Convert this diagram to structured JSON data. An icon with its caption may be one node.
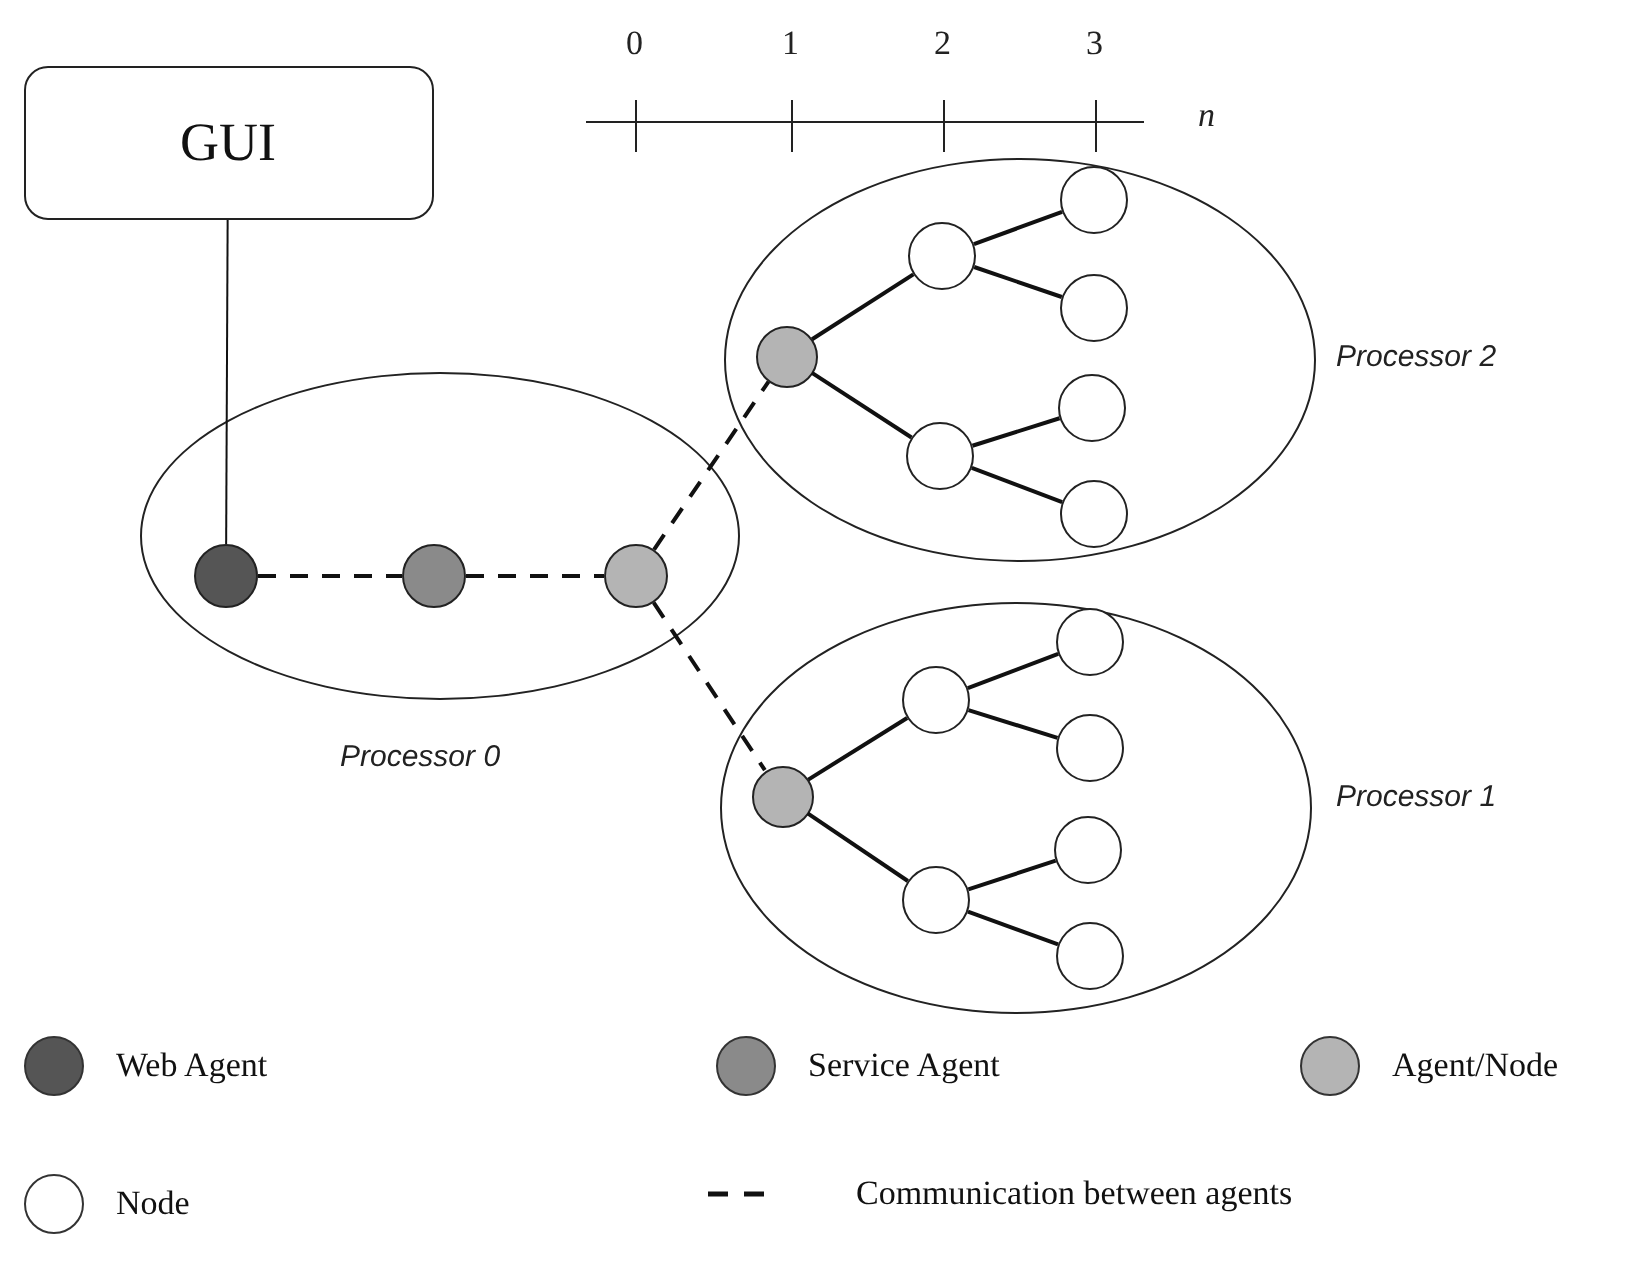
{
  "diagram": {
    "nodes": [
      {
        "text": [
          "GUI"
        ]
      },
      {
        "text": [],
        "shape": "ellipse",
        "beside": [
          "Processor 0"
        ]
      },
      {
        "text": [],
        "shape": "circle",
        "in": 1
      },
      {
        "text": [],
        "shape": "circle",
        "in": 1
      },
      {
        "text": [],
        "shape": "circle",
        "in": 1
      },
      {
        "text": [],
        "shape": "ellipse",
        "beside": [
          "Processor 2"
        ]
      },
      {
        "text": [],
        "shape": "circle",
        "in": 5
      },
      {
        "text": [],
        "shape": "circle",
        "in": 5
      },
      {
        "text": [],
        "shape": "circle",
        "in": 5
      },
      {
        "text": [],
        "shape": "circle",
        "in": 5
      },
      {
        "text": [],
        "shape": "circle",
        "in": 5
      },
      {
        "text": [],
        "shape": "circle",
        "in": 5
      },
      {
        "text": [],
        "shape": "circle",
        "in": 5
      },
      {
        "text": [],
        "shape": "ellipse",
        "beside": [
          "Processor 1"
        ]
      },
      {
        "text": [],
        "shape": "circle",
        "in": 13
      },
      {
        "text": [],
        "shape": "circle",
        "in": 13
      },
      {
        "text": [],
        "shape": "circle",
        "in": 13
      },
      {
        "text": [],
        "shape": "circle",
        "in": 13
      },
      {
        "text": [],
        "shape": "circle",
        "in": 13
      },
      {
        "text": [],
        "shape": "circle",
        "in": 13
      },
      {
        "text": [],
        "shape": "circle",
        "in": 13
      }
    ],
    "edges": [
      {
        "from": 0,
        "to": 2,
        "arrow": "none"
      },
      {
        "from": 2,
        "to": 3,
        "arrow": "none",
        "style": "dashed"
      },
      {
        "from": 3,
        "to": 4,
        "arrow": "none",
        "style": "dashed"
      },
      {
        "from": 4,
        "to": 6,
        "arrow": "none",
        "style": "dashed"
      },
      {
        "from": 4,
        "to": 14,
        "arrow": "none",
        "style": "dashed"
      },
      {
        "from": 6,
        "to": 7,
        "arrow": "none"
      },
      {
        "from": 6,
        "to": 8,
        "arrow": "none"
      },
      {
        "from": 7,
        "to": 9,
        "arrow": "none"
      },
      {
        "from": 7,
        "to": 10,
        "arrow": "none"
      },
      {
        "from": 8,
        "to": 11,
        "arrow": "none"
      },
      {
        "from": 8,
        "to": 12,
        "arrow": "none"
      },
      {
        "from": 14,
        "to": 15,
        "arrow": "none"
      },
      {
        "from": 14,
        "to": 16,
        "arrow": "none"
      },
      {
        "from": 15,
        "to": 17,
        "arrow": "none"
      },
      {
        "from": 15,
        "to": 18,
        "arrow": "none"
      },
      {
        "from": 16,
        "to": 19,
        "arrow": "none"
      },
      {
        "from": 16,
        "to": 20,
        "arrow": "none"
      }
    ],
    "labels": [
      "0",
      "1",
      "2",
      "3",
      "n"
    ],
    "legend": [
      {
        "text": "Web Agent",
        "color": "#555555"
      },
      {
        "text": "Service Agent",
        "color": "#8a8a8a"
      },
      {
        "text": "Agent/Node",
        "color": "#b4b4b4"
      },
      {
        "text": "Node",
        "color": "#ffffff"
      },
      {
        "text": "Communication between agents"
      }
    ]
  }
}
